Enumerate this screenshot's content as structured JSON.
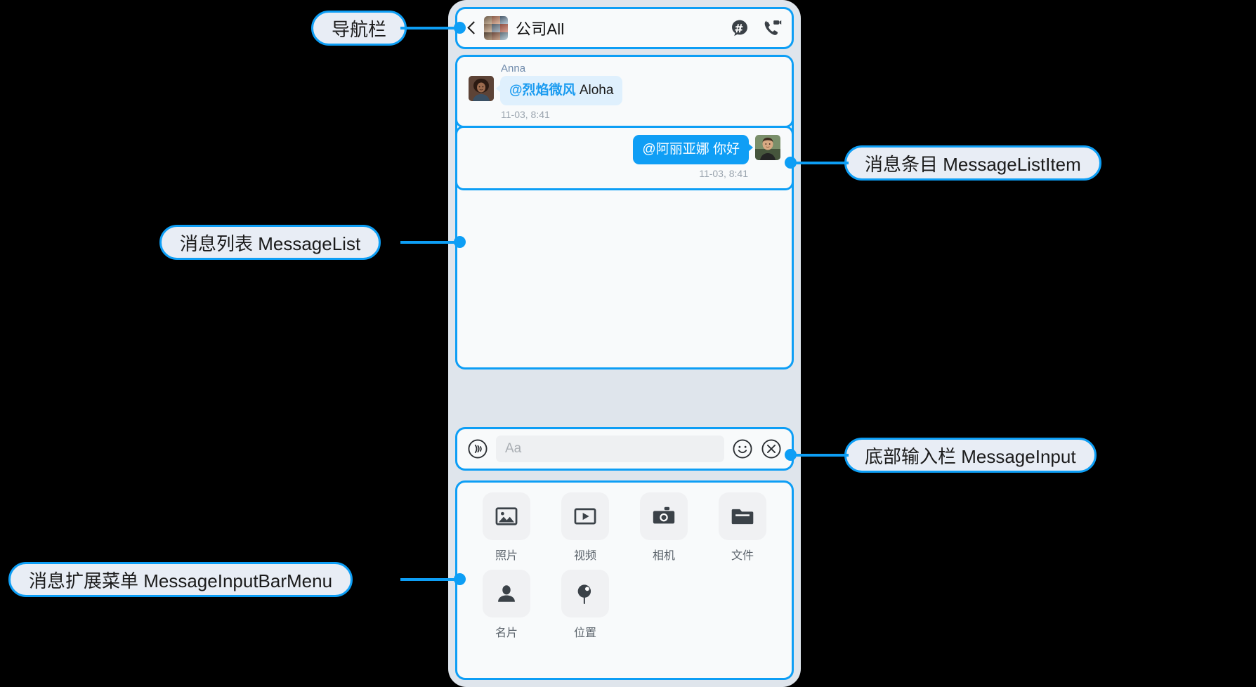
{
  "navbar": {
    "back_icon": "chevron-left-icon",
    "group_avatar_icon": "group-avatar-grid-icon",
    "title": "公司All",
    "hashtag_icon": "hashtag-bubble-icon",
    "call_icon": "phone-video-call-icon"
  },
  "messages": [
    {
      "sender": "Anna",
      "mention": "@烈焰微风",
      "text": "Aloha",
      "time": "11-03, 8:41",
      "direction": "incoming",
      "avatar_icon": "avatar-anna"
    },
    {
      "sender": "",
      "mention": "@阿丽亚娜",
      "text": "你好",
      "time": "11-03, 8:41",
      "direction": "outgoing",
      "avatar_icon": "avatar-self"
    }
  ],
  "input_bar": {
    "voice_icon": "voice-wave-icon",
    "placeholder": "Aa",
    "value": "",
    "emoji_icon": "smiley-face-icon",
    "close_icon": "close-circle-icon"
  },
  "menu": {
    "items": [
      {
        "label": "照片",
        "icon": "photo-icon"
      },
      {
        "label": "视频",
        "icon": "video-icon"
      },
      {
        "label": "相机",
        "icon": "camera-icon"
      },
      {
        "label": "文件",
        "icon": "file-folder-icon"
      },
      {
        "label": "名片",
        "icon": "contact-card-icon"
      },
      {
        "label": "位置",
        "icon": "location-pin-icon"
      }
    ]
  },
  "callouts": {
    "navbar": "导航栏",
    "message_list": "消息列表 MessageList",
    "message_list_item": "消息条目 MessageListItem",
    "message_input": "底部输入栏 MessageInput",
    "message_input_bar_menu": "消息扩展菜单 MessageInputBarMenu"
  },
  "colors": {
    "accent": "#0d9ef5",
    "bubble_in": "#dff0fd",
    "bubble_out": "#0f9ef5",
    "callout_bg": "#e8edf5",
    "frame_bg": "#dfe5ec"
  }
}
